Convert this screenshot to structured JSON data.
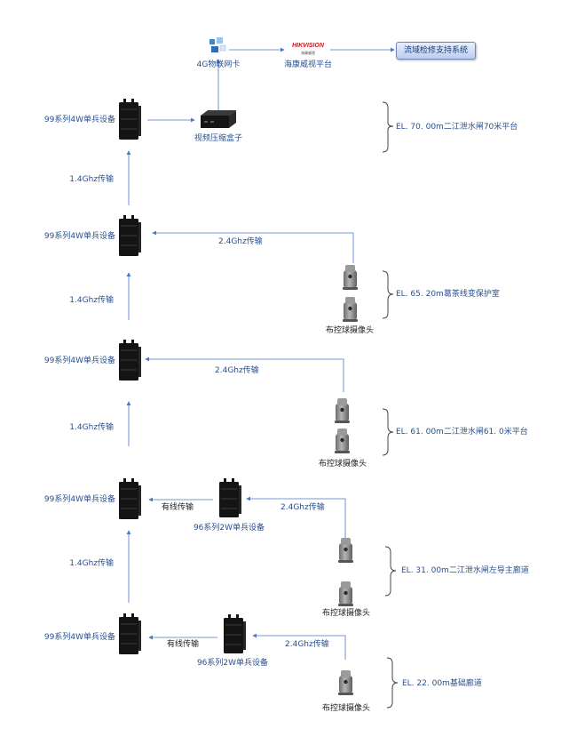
{
  "top": {
    "card_4g": "4G物联网卡",
    "hik_logo": "HIKVISION",
    "hik_platform": "海康威视平台",
    "watershed_system": "流域检修支持系统",
    "video_box": "视频压缩盒子"
  },
  "devices": {
    "s99_4w": "99系列4W单兵设备",
    "s96_2w": "96系列2W单兵设备",
    "ptz_camera": "布控球摄像头"
  },
  "links": {
    "g14": "1.4Ghz传输",
    "g24": "2.4Ghz传输",
    "wired": "有线传输"
  },
  "elevations": [
    "EL. 70. 00m二江泄水闸70米平台",
    "EL. 65. 20m葛茶线变保护室",
    "EL. 61. 00m二江泄水闸61. 0米平台",
    "EL. 31. 00m二江泄水闸左导主廊道",
    "EL. 22. 00m基础廊道"
  ],
  "colors": {
    "line": "#4a78c8",
    "text": "#2a4f8c",
    "device": "#1a1a1a",
    "camera": "#8a8a8a"
  }
}
